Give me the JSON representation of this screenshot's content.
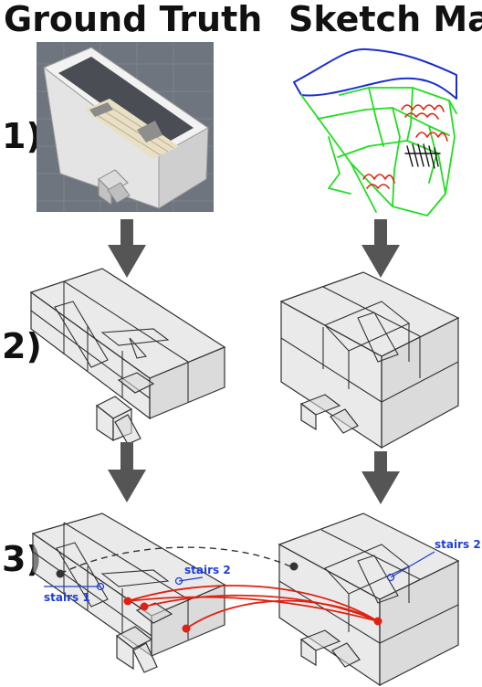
{
  "headers": {
    "left": "Ground Truth",
    "right": "Sketch Map"
  },
  "rows": [
    {
      "label": "1)"
    },
    {
      "label": "2)"
    },
    {
      "label": "3)"
    }
  ],
  "annotations": {
    "stairs_1": "stairs 1",
    "stairs_2_left": "stairs 2",
    "stairs_2_right": "stairs 2"
  },
  "colors": {
    "arrow": "#555555",
    "correspondence": "#e02010",
    "annotation": "#1f3fd6",
    "sketch_walls": "#22dd22",
    "sketch_outline": "#1a2fd0",
    "sketch_stairs": "#e02010"
  }
}
